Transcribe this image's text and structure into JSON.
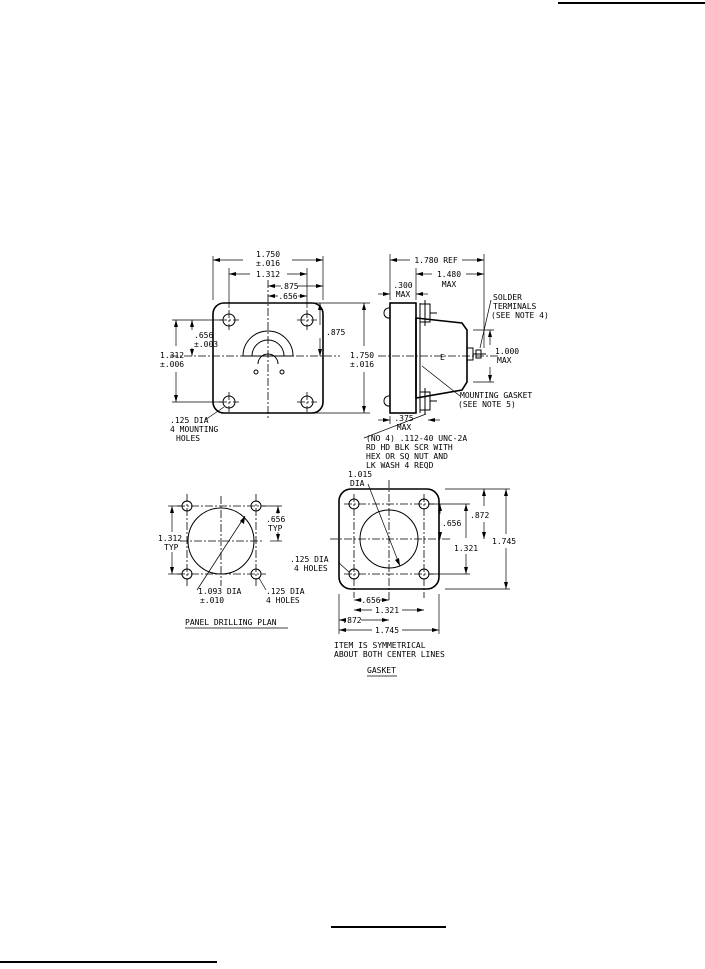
{
  "top_view": {
    "d_overall_width": "1.750",
    "d_overall_width_tol": "±.016",
    "d_hole_spacing": "1.312",
    "d_half_spacing": ".875",
    "d_offset": ".656",
    "d_offset_v": ".656",
    "d_offset_v_tol": "±.003",
    "d_hole_spacing_v": "1.312",
    "d_hole_spacing_v_tol": "±.006",
    "d_half_spacing_v": ".875",
    "d_overall_height": "1.750",
    "d_overall_height_tol": "±.016",
    "note_holes_1": ".125 DIA",
    "note_holes_2": "4 MOUNTING",
    "note_holes_3": "HOLES"
  },
  "side_view": {
    "d_ref": "1.780 REF",
    "d_body_max": "1.480",
    "d_body_max_unit": "MAX",
    "d_flange": ".300",
    "d_flange_unit": "MAX",
    "d_height": "1.000",
    "d_height_unit": "MAX",
    "d_bottom": ".375",
    "d_bottom_unit": "MAX",
    "centerline_mark": "E",
    "note_solder_1": "SOLDER",
    "note_solder_2": "TERMINALS",
    "note_solder_3": "(SEE NOTE 4)",
    "note_gasket_1": "MOUNTING GASKET",
    "note_gasket_2": "(SEE NOTE 5)",
    "note_screw_1": "(NO 4) .112-40 UNC-2A",
    "note_screw_2": "RD HD BLK SCR WITH",
    "note_screw_3": "HEX OR SQ NUT AND",
    "note_screw_4": "LK WASH 4 REQD"
  },
  "panel_drilling": {
    "d_spacing": "1.312",
    "d_spacing_unit": "TYP",
    "d_offset": ".656",
    "d_offset_unit": "TYP",
    "d_center_hole": "1.093 DIA",
    "d_center_hole_tol": "±.010",
    "d_holes": ".125 DIA",
    "d_holes_count": "4 HOLES",
    "title": "PANEL DRILLING PLAN"
  },
  "gasket": {
    "d_center_dia": "1.015",
    "d_center_dia_unit": "DIA",
    "d_holes": ".125 DIA",
    "d_holes_count": "4 HOLES",
    "d_offset_v": ".656",
    "d_half_v": ".872",
    "d_spacing_v": "1.321",
    "d_overall_v": "1.745",
    "d_offset_h": ".656",
    "d_spacing_h": "1.321",
    "d_half_h": ".872",
    "d_overall_h": "1.745",
    "note_1": "ITEM IS SYMMETRICAL",
    "note_2": "ABOUT BOTH CENTER LINES",
    "title": "GASKET"
  }
}
